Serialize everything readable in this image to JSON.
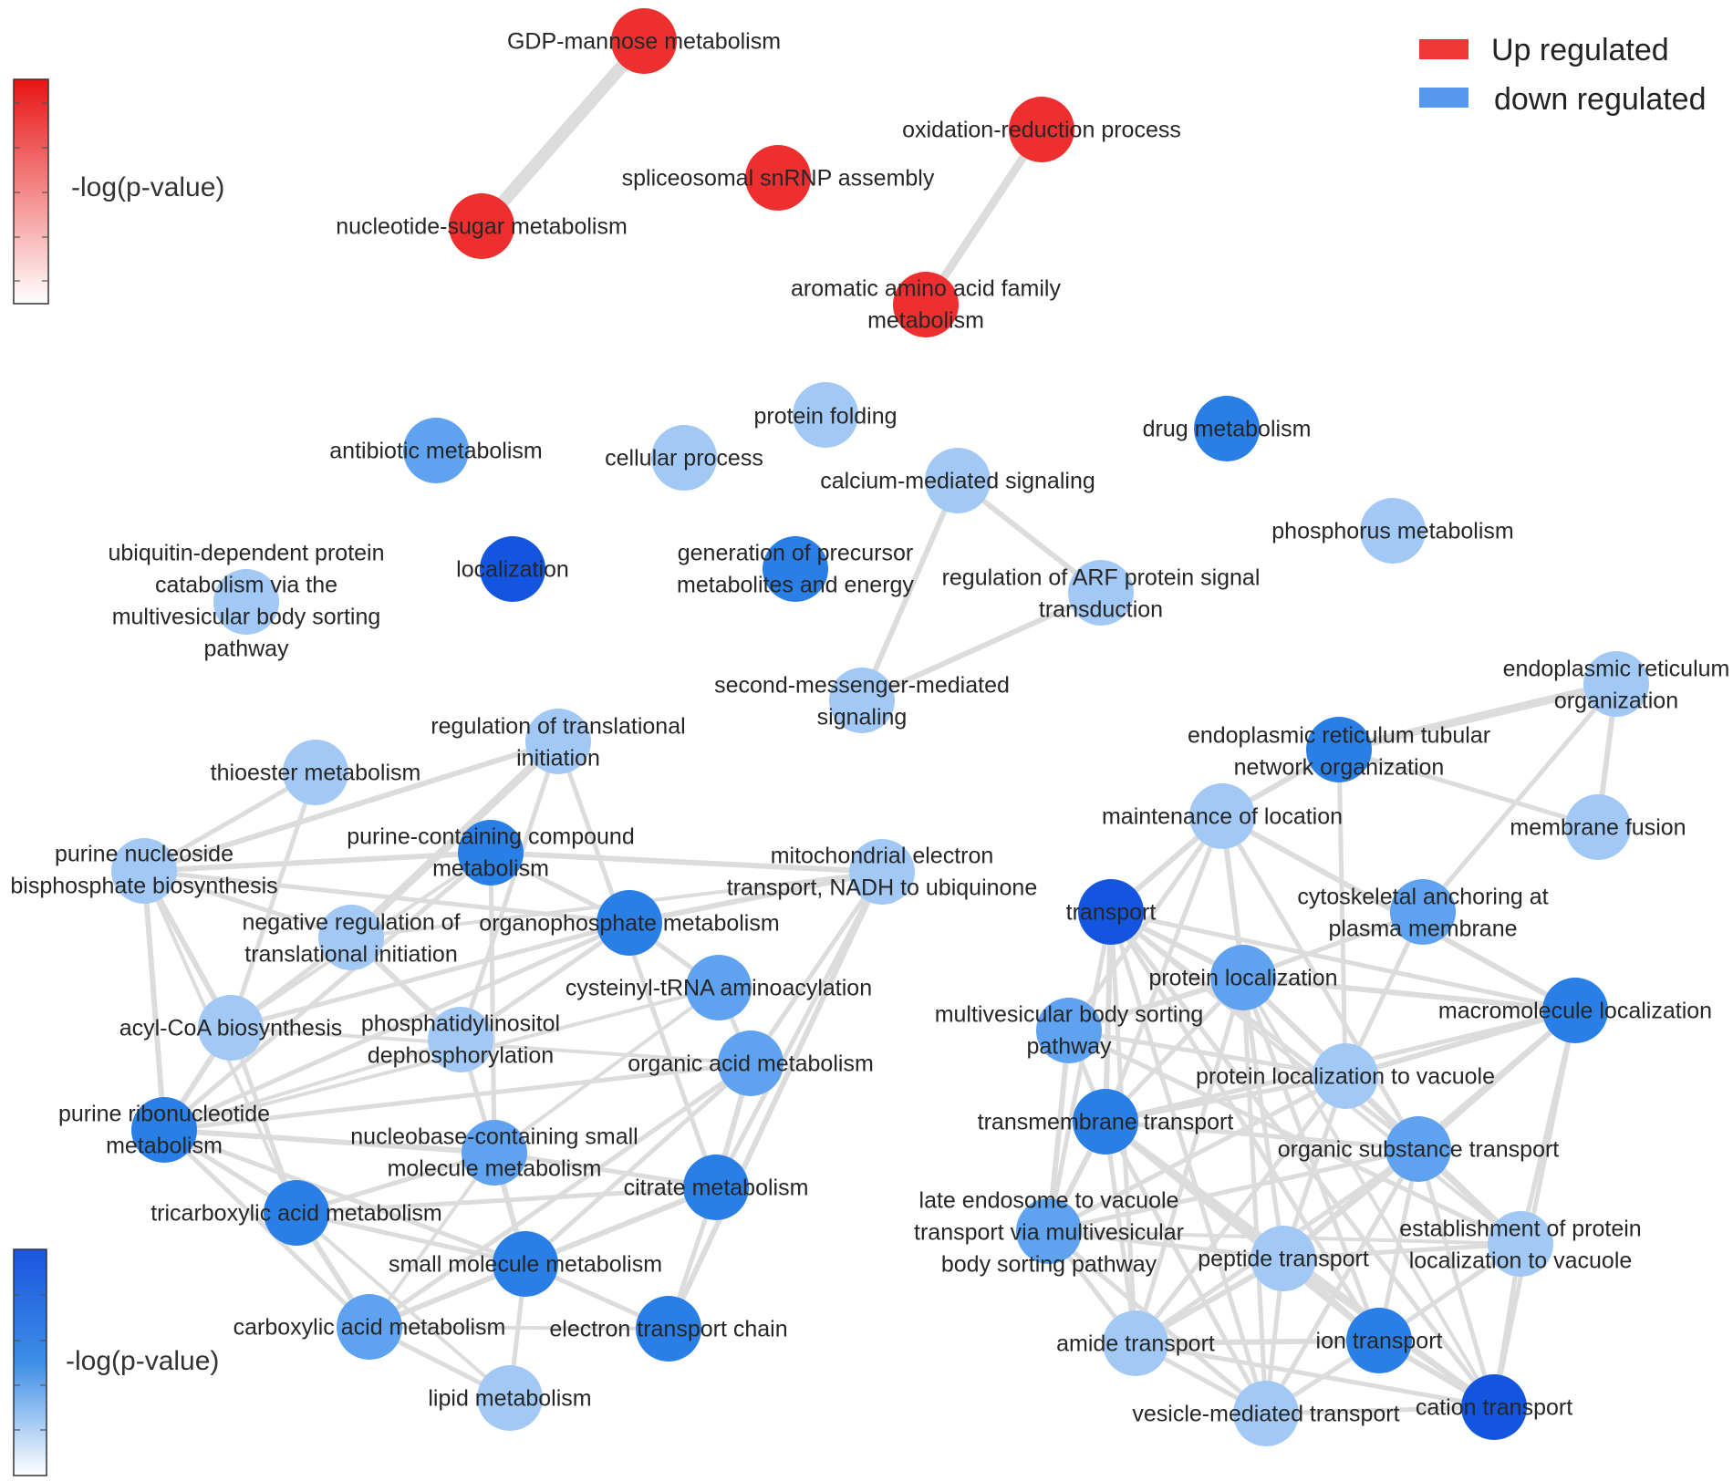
{
  "legend": [
    {
      "label": "Up regulated",
      "color": "#ee3838"
    },
    {
      "label": "down regulated",
      "color": "#5598ee"
    }
  ],
  "scales": [
    {
      "label": "-log(p-value)",
      "color_high": "#e81414",
      "color_low": "#ffffff"
    },
    {
      "label": "-log(p-value)",
      "color_high": "#1a55e0",
      "color_low": "#ffffff"
    }
  ],
  "colors": {
    "up": "#ee2f2f",
    "down_strong": "#1455e0",
    "down_dark": "#2a7fe6",
    "down_mid": "#5ea2f0",
    "down_light": "#a2c9f6",
    "edge": "#dcdcdc"
  },
  "nodes": [
    {
      "id": "gdp",
      "label": [
        "GDP-mannose metabolism"
      ],
      "regulation": "up"
    },
    {
      "id": "nucsugar",
      "label": [
        "nucleotide-sugar metabolism"
      ],
      "regulation": "up"
    },
    {
      "id": "snrnp",
      "label": [
        "spliceosomal snRNP assembly"
      ],
      "regulation": "up"
    },
    {
      "id": "oxred",
      "label": [
        "oxidation-reduction process"
      ],
      "regulation": "up"
    },
    {
      "id": "arom",
      "label": [
        "aromatic amino acid family",
        "metabolism"
      ],
      "regulation": "up"
    },
    {
      "id": "antib",
      "label": [
        "antibiotic metabolism"
      ],
      "regulation": "down",
      "shade": "mid"
    },
    {
      "id": "cellproc",
      "label": [
        "cellular process"
      ],
      "regulation": "down",
      "shade": "light"
    },
    {
      "id": "protfold",
      "label": [
        "protein folding"
      ],
      "regulation": "down",
      "shade": "light"
    },
    {
      "id": "drug",
      "label": [
        "drug metabolism"
      ],
      "regulation": "down",
      "shade": "dark"
    },
    {
      "id": "calc",
      "label": [
        "calcium-mediated signaling"
      ],
      "regulation": "down",
      "shade": "light"
    },
    {
      "id": "phos",
      "label": [
        "phosphorus metabolism"
      ],
      "regulation": "down",
      "shade": "light"
    },
    {
      "id": "ubiq",
      "label": [
        "ubiquitin-dependent protein",
        "catabolism via the",
        "multivesicular body sorting",
        "pathway"
      ],
      "regulation": "down",
      "shade": "light"
    },
    {
      "id": "local",
      "label": [
        "localization"
      ],
      "regulation": "down",
      "shade": "strong"
    },
    {
      "id": "genprec",
      "label": [
        "generation of precursor",
        "metabolites and energy"
      ],
      "regulation": "down",
      "shade": "dark"
    },
    {
      "id": "arf",
      "label": [
        "regulation of ARF protein signal",
        "transduction"
      ],
      "regulation": "down",
      "shade": "light"
    },
    {
      "id": "secmess",
      "label": [
        "second-messenger-mediated",
        "signaling"
      ],
      "regulation": "down",
      "shade": "light"
    },
    {
      "id": "regtrans",
      "label": [
        "regulation of translational",
        "initiation"
      ],
      "regulation": "down",
      "shade": "light"
    },
    {
      "id": "thioe",
      "label": [
        "thioester metabolism"
      ],
      "regulation": "down",
      "shade": "light"
    },
    {
      "id": "purcont",
      "label": [
        "purine-containing compound",
        "metabolism"
      ],
      "regulation": "down",
      "shade": "dark"
    },
    {
      "id": "purnuc",
      "label": [
        "purine nucleoside",
        "bisphosphate biosynthesis"
      ],
      "regulation": "down",
      "shade": "light"
    },
    {
      "id": "mito",
      "label": [
        "mitochondrial electron",
        "transport, NADH to ubiquinone"
      ],
      "regulation": "down",
      "shade": "light"
    },
    {
      "id": "negreg",
      "label": [
        "negative regulation of",
        "translational initiation"
      ],
      "regulation": "down",
      "shade": "light"
    },
    {
      "id": "organo",
      "label": [
        "organophosphate metabolism"
      ],
      "regulation": "down",
      "shade": "dark"
    },
    {
      "id": "cyst",
      "label": [
        "cysteinyl-tRNA aminoacylation"
      ],
      "regulation": "down",
      "shade": "mid"
    },
    {
      "id": "acyl",
      "label": [
        "acyl-CoA biosynthesis"
      ],
      "regulation": "down",
      "shade": "light"
    },
    {
      "id": "phosino",
      "label": [
        "phosphatidylinositol",
        "dephosphorylation"
      ],
      "regulation": "down",
      "shade": "light"
    },
    {
      "id": "orgacid",
      "label": [
        "organic acid metabolism"
      ],
      "regulation": "down",
      "shade": "mid"
    },
    {
      "id": "purribo",
      "label": [
        "purine ribonucleotide",
        "metabolism"
      ],
      "regulation": "down",
      "shade": "dark"
    },
    {
      "id": "nucleob",
      "label": [
        "nucleobase-containing small",
        "molecule metabolism"
      ],
      "regulation": "down",
      "shade": "mid"
    },
    {
      "id": "citrate",
      "label": [
        "citrate metabolism"
      ],
      "regulation": "down",
      "shade": "dark"
    },
    {
      "id": "tca",
      "label": [
        "tricarboxylic acid metabolism"
      ],
      "regulation": "down",
      "shade": "dark"
    },
    {
      "id": "smallmol",
      "label": [
        "small molecule metabolism"
      ],
      "regulation": "down",
      "shade": "dark"
    },
    {
      "id": "carbox",
      "label": [
        "carboxylic acid metabolism"
      ],
      "regulation": "down",
      "shade": "mid"
    },
    {
      "id": "etc",
      "label": [
        "electron transport chain"
      ],
      "regulation": "down",
      "shade": "dark"
    },
    {
      "id": "lipid",
      "label": [
        "lipid metabolism"
      ],
      "regulation": "down",
      "shade": "light"
    },
    {
      "id": "er",
      "label": [
        "endoplasmic reticulum",
        "organization"
      ],
      "regulation": "down",
      "shade": "light"
    },
    {
      "id": "ertub",
      "label": [
        "endoplasmic reticulum tubular",
        "network organization"
      ],
      "regulation": "down",
      "shade": "dark"
    },
    {
      "id": "maint",
      "label": [
        "maintenance of location"
      ],
      "regulation": "down",
      "shade": "light"
    },
    {
      "id": "memfus",
      "label": [
        "membrane fusion"
      ],
      "regulation": "down",
      "shade": "light"
    },
    {
      "id": "transport",
      "label": [
        "transport"
      ],
      "regulation": "down",
      "shade": "strong"
    },
    {
      "id": "cytoske",
      "label": [
        "cytoskeletal anchoring at",
        "plasma membrane"
      ],
      "regulation": "down",
      "shade": "mid"
    },
    {
      "id": "protloc",
      "label": [
        "protein localization"
      ],
      "regulation": "down",
      "shade": "mid"
    },
    {
      "id": "multives",
      "label": [
        "multivesicular body sorting",
        "pathway"
      ],
      "regulation": "down",
      "shade": "mid"
    },
    {
      "id": "macroloc",
      "label": [
        "macromolecule localization"
      ],
      "regulation": "down",
      "shade": "dark"
    },
    {
      "id": "protvac",
      "label": [
        "protein localization to vacuole"
      ],
      "regulation": "down",
      "shade": "light"
    },
    {
      "id": "transmem",
      "label": [
        "transmembrane transport"
      ],
      "regulation": "down",
      "shade": "dark"
    },
    {
      "id": "orgsub",
      "label": [
        "organic substance transport"
      ],
      "regulation": "down",
      "shade": "mid"
    },
    {
      "id": "lateendo",
      "label": [
        "late endosome to vacuole",
        "transport via multivesicular",
        "body sorting pathway"
      ],
      "regulation": "down",
      "shade": "mid"
    },
    {
      "id": "peptide",
      "label": [
        "peptide transport"
      ],
      "regulation": "down",
      "shade": "light"
    },
    {
      "id": "estab",
      "label": [
        "establishment of protein",
        "localization to vacuole"
      ],
      "regulation": "down",
      "shade": "light"
    },
    {
      "id": "amide",
      "label": [
        "amide transport"
      ],
      "regulation": "down",
      "shade": "light"
    },
    {
      "id": "ion",
      "label": [
        "ion transport"
      ],
      "regulation": "down",
      "shade": "dark"
    },
    {
      "id": "vesicle",
      "label": [
        "vesicle-mediated transport"
      ],
      "regulation": "down",
      "shade": "light"
    },
    {
      "id": "cation",
      "label": [
        "cation transport"
      ],
      "regulation": "down",
      "shade": "strong"
    }
  ]
}
